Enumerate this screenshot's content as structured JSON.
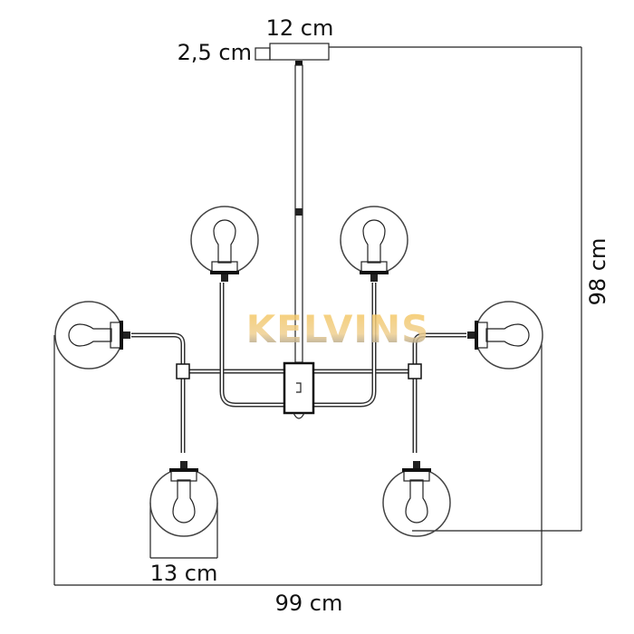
{
  "watermark": "KELVINS",
  "dimensions": {
    "canopy_width": "12 cm",
    "canopy_height": "2,5 cm",
    "total_height": "98 cm",
    "globe_diameter": "13 cm",
    "total_width": "99 cm"
  },
  "colors": {
    "line": "#222222",
    "watermark_top": "#f5c869",
    "watermark_bottom": "#8a8a8a"
  }
}
